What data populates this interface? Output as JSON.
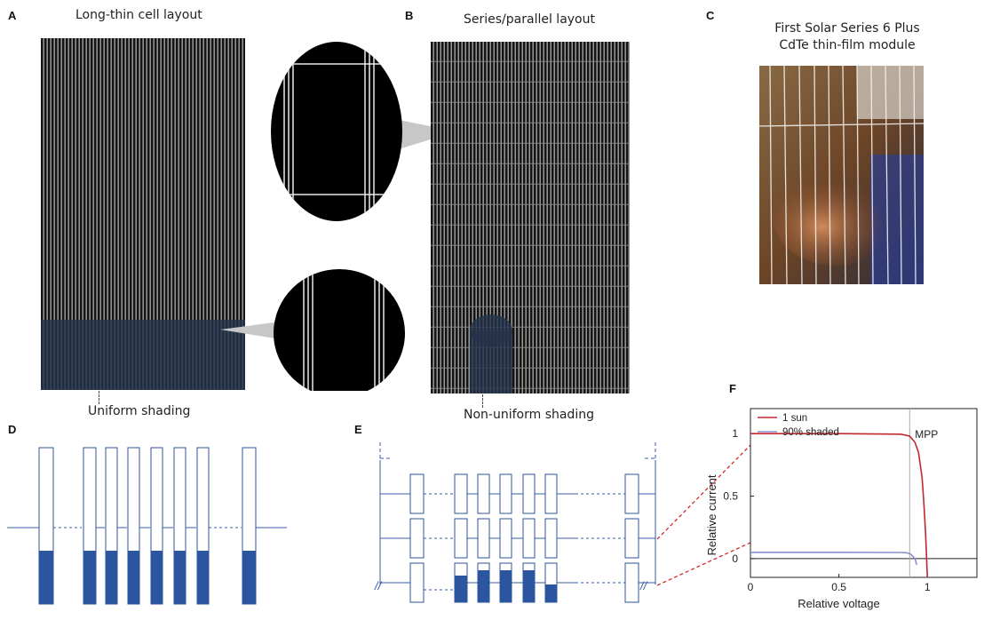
{
  "panels": {
    "a": {
      "letter": "A",
      "title": "Long-thin  cell layout",
      "shading_label": "Uniform shading"
    },
    "b": {
      "letter": "B",
      "title": "Series/parallel layout",
      "shading_label": "Non-uniform shading"
    },
    "c": {
      "letter": "C",
      "title_line1": "First Solar Series 6 Plus",
      "title_line2": "CdTe thin-film module"
    },
    "d": {
      "letter": "D"
    },
    "e": {
      "letter": "E",
      "break_marks": "//"
    },
    "f": {
      "letter": "F"
    }
  },
  "colors": {
    "cell_blue": "#2c55a0",
    "line_blue": "#3a5ea8",
    "sun_red": "#c0282e",
    "shaded_purple": "#8c8ed0",
    "dash_red": "#d11a1a"
  },
  "chart_data": {
    "type": "line",
    "xlabel": "Relative voltage",
    "ylabel": "Relative current",
    "xlim": [
      0,
      1.28
    ],
    "ylim": [
      -0.15,
      1.2
    ],
    "xticks": [
      "0",
      "0.5",
      "1"
    ],
    "yticks": [
      "0",
      "0.5",
      "1"
    ],
    "xtick_values": [
      0,
      0.5,
      1
    ],
    "ytick_values": [
      0,
      0.5,
      1
    ],
    "legend_position": "top-left",
    "annotation": "MPP",
    "mpp_voltage": 0.9,
    "series": [
      {
        "name": "1 sun",
        "color": "#c0282e",
        "x": [
          0,
          0.5,
          0.85,
          0.9,
          0.93,
          0.95,
          0.97,
          0.98,
          0.99,
          1.0
        ],
        "y": [
          1.0,
          1.0,
          0.995,
          0.98,
          0.93,
          0.85,
          0.65,
          0.45,
          0.2,
          -0.15
        ]
      },
      {
        "name": "90% shaded",
        "color": "#8c8ed0",
        "x": [
          0,
          0.5,
          0.85,
          0.88,
          0.9,
          0.91,
          0.92,
          0.93,
          0.94
        ],
        "y": [
          0.05,
          0.05,
          0.049,
          0.047,
          0.04,
          0.03,
          0.015,
          0.0,
          -0.05
        ]
      }
    ]
  }
}
